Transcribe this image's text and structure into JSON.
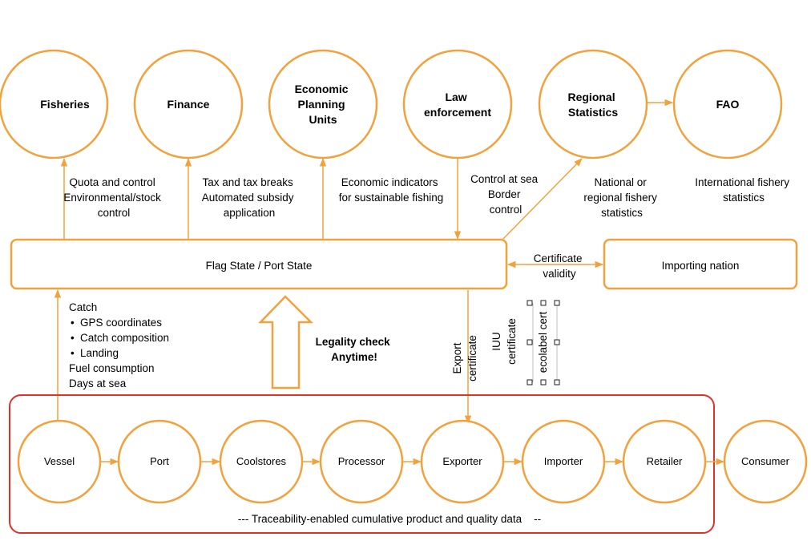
{
  "colors": {
    "orange": "#f2a23d",
    "red": "#e0302a",
    "text": "#000000"
  },
  "top_nodes": {
    "fisheries": "Fisheries",
    "finance": "Finance",
    "economic_planning": [
      "Economic",
      "Planning",
      "Units"
    ],
    "law_enforcement": [
      "Law",
      "enforcement"
    ],
    "regional_statistics": [
      "Regional",
      "Statistics"
    ],
    "fao": "FAO"
  },
  "annotations": {
    "fisheries": [
      "Quota and control",
      "Environmental/stock",
      "control"
    ],
    "finance": [
      "Tax and tax breaks",
      "Automated subsidy",
      "application"
    ],
    "economic": [
      "Economic indicators",
      "for sustainable fishing"
    ],
    "law": [
      "Control at sea",
      "Border",
      "control"
    ],
    "regional": [
      "National or",
      "regional fishery",
      "statistics"
    ],
    "fao": [
      "International fishery",
      "statistics"
    ]
  },
  "flag_state": "Flag State / Port State",
  "importing_nation": "Importing nation",
  "certificate_validity": [
    "Certificate",
    "validity"
  ],
  "catch_info": {
    "heading": "Catch",
    "bullets": [
      "GPS coordinates",
      "Catch composition",
      "Landing"
    ],
    "extra": [
      "Fuel consumption",
      "Days at sea"
    ]
  },
  "legality": [
    "Legality check",
    "Anytime!"
  ],
  "vertical_labels": {
    "export": [
      "Export",
      "certificate"
    ],
    "iuu": [
      "IUU",
      "certificate"
    ],
    "ecolabel": "ecolabel cert"
  },
  "chain": [
    "Vessel",
    "Port",
    "Coolstores",
    "Processor",
    "Exporter",
    "Importer",
    "Retailer"
  ],
  "consumer": "Consumer",
  "traceability": "--- Traceability-enabled cumulative product and quality data    --"
}
